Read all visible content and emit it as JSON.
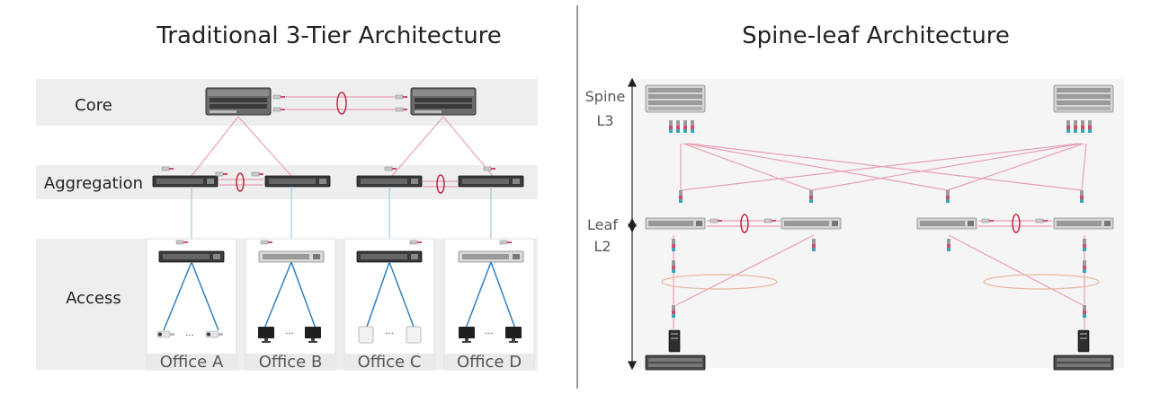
{
  "left": {
    "title": "Traditional 3-Tier Architecture",
    "tiers": {
      "core": "Core",
      "aggregation": "Aggregation",
      "access": "Access"
    },
    "offices": [
      "Office A",
      "Office B",
      "Office C",
      "Office D"
    ],
    "ellipsis": "..."
  },
  "right": {
    "title": "Spine-leaf Architecture",
    "spine_label": "Spine",
    "spine_layer": "L3",
    "leaf_label": "Leaf",
    "leaf_layer": "L2"
  },
  "colors": {
    "link_pink": "#e8a0b4",
    "link_blue": "#9dc9e6",
    "lag_ring": "#c0283c",
    "mlag_ring": "#e8b8a0",
    "band": "#eeeeee",
    "divider": "#333333"
  },
  "icons": [
    "core-switch-icon",
    "aggregation-switch-icon",
    "access-switch-icon",
    "camera-icon",
    "monitor-icon",
    "access-point-icon",
    "transceiver-icon",
    "server-icon",
    "storage-icon"
  ]
}
